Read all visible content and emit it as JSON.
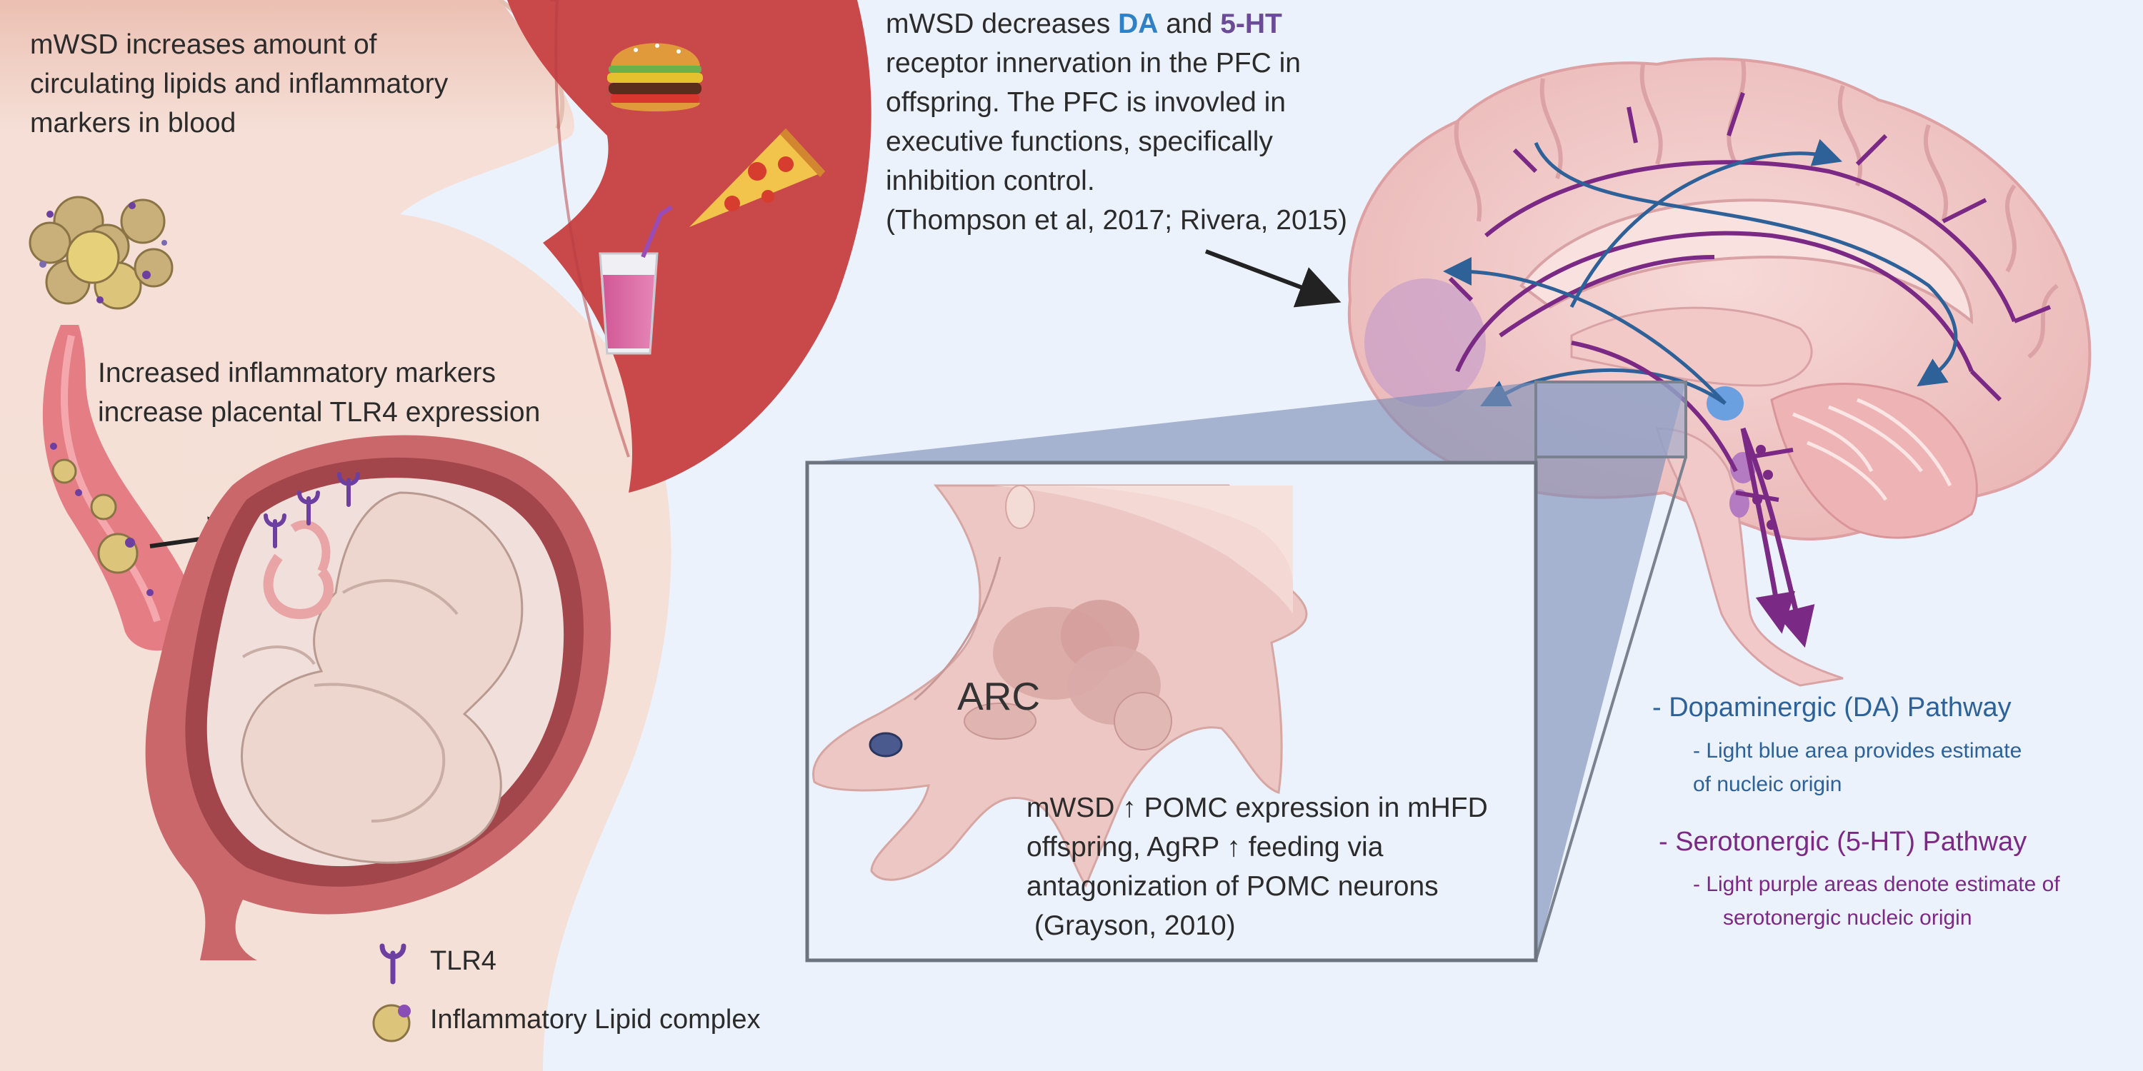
{
  "texts": {
    "blood": [
      "mWSD increases amount of",
      "circulating lipids and inflammatory",
      "markers in blood"
    ],
    "placenta": [
      "Increased inflammatory markers",
      "increase placental TLR4 expression"
    ],
    "pfc": {
      "line1_pre": "mWSD decreases ",
      "line1_da": "DA",
      "line1_mid": " and ",
      "line1_ht": "5-HT",
      "rest": [
        "receptor innervation in the PFC in",
        "offspring. The PFC is invovled in",
        "executive functions, specifically",
        "inhibition control.",
        "(Thompson et al, 2017; Rivera, 2015)"
      ]
    },
    "arc_label": "ARC",
    "pomc": [
      "mWSD ↑ POMC expression in mHFD",
      "offspring,  AgRP ↑ feeding via",
      "antagonization of POMC neurons",
      " (Grayson, 2010)"
    ]
  },
  "legend": {
    "tlr4": "TLR4",
    "lipid": "Inflammatory Lipid complex"
  },
  "pathways": {
    "da_title": "- Dopaminergic (DA) Pathway",
    "da_desc": [
      "- Light blue area provides estimate",
      "of nucleic origin"
    ],
    "ht_title": "- Serotonergic (5-HT) Pathway",
    "ht_desc": [
      "- Light purple areas denote estimate of",
      "serotonergic nucleic origin"
    ]
  },
  "colors": {
    "dopamine": "#2e6198",
    "serotonin": "#7a2a85",
    "background": "#ebf2fb",
    "food_circle": "#c9494b"
  },
  "icons": [
    "burger-icon",
    "pizza-icon",
    "smoothie-icon",
    "lipid-cluster-icon",
    "tlr4-receptor-icon",
    "lipid-complex-icon"
  ]
}
